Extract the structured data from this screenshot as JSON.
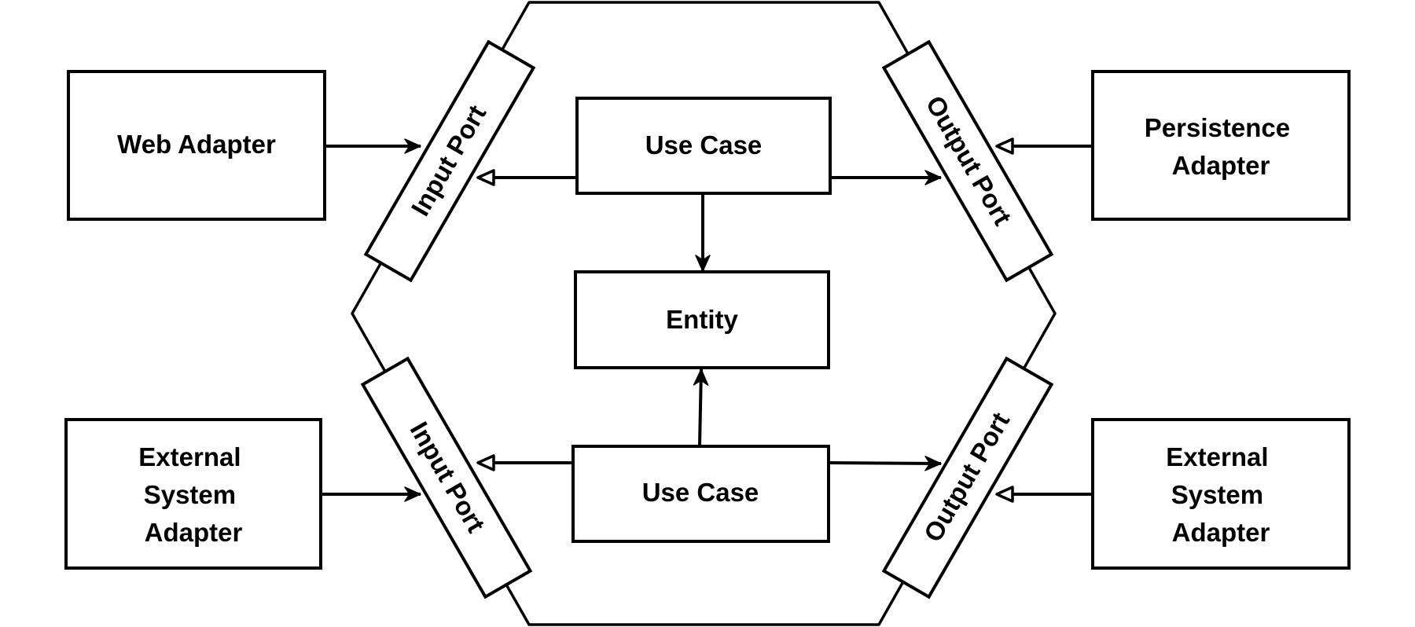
{
  "nodes": {
    "web_adapter": {
      "lines": [
        "Web Adapter"
      ]
    },
    "persistence_adapter": {
      "lines": [
        "Persistence",
        "Adapter"
      ]
    },
    "external_system_adapter_left": {
      "lines": [
        "External",
        "System",
        "Adapter"
      ]
    },
    "external_system_adapter_right": {
      "lines": [
        "External",
        "System",
        "Adapter"
      ]
    },
    "use_case_top": {
      "lines": [
        "Use Case"
      ]
    },
    "entity": {
      "lines": [
        "Entity"
      ]
    },
    "use_case_bottom": {
      "lines": [
        "Use Case"
      ]
    }
  },
  "ports": {
    "input_port_top": "Input Port",
    "input_port_bottom": "Input Port",
    "output_port_top": "Output Port",
    "output_port_bottom": "Output Port"
  },
  "edges": [
    {
      "from": "web_adapter",
      "to": "input_port_top",
      "head": "filled"
    },
    {
      "from": "use_case_top",
      "to": "input_port_top",
      "head": "hollow"
    },
    {
      "from": "use_case_top",
      "to": "output_port_top",
      "head": "filled"
    },
    {
      "from": "persistence_adapter",
      "to": "output_port_top",
      "head": "hollow"
    },
    {
      "from": "use_case_top",
      "to": "entity",
      "head": "filled"
    },
    {
      "from": "use_case_bottom",
      "to": "entity",
      "head": "filled"
    },
    {
      "from": "external_system_adapter_left",
      "to": "input_port_bottom",
      "head": "filled"
    },
    {
      "from": "use_case_bottom",
      "to": "input_port_bottom",
      "head": "hollow"
    },
    {
      "from": "use_case_bottom",
      "to": "output_port_bottom",
      "head": "filled"
    },
    {
      "from": "external_system_adapter_right",
      "to": "output_port_bottom",
      "head": "hollow"
    }
  ],
  "colors": {
    "stroke": "#000000",
    "background": "#ffffff"
  }
}
